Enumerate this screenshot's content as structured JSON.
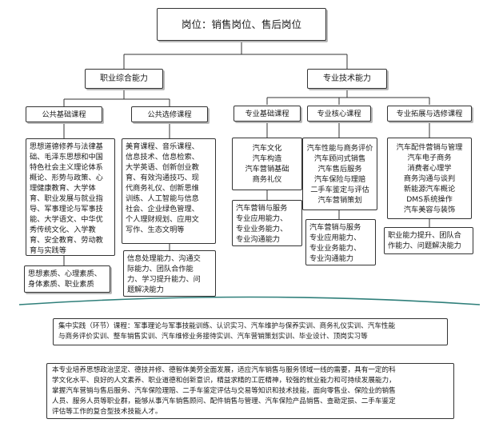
{
  "root": "岗位：销售岗位、售后岗位",
  "branches": {
    "general": "职业综合能力",
    "professional": "专业技术能力"
  },
  "categories": {
    "public_basic": "公共基础课程",
    "public_elective": "公共选修课程",
    "pro_basic": "专业基础课程",
    "pro_core": "专业核心课程",
    "pro_ext": "专业拓展与选修课程"
  },
  "courses": {
    "public_basic": [
      "思想道德修养与法律基",
      "础、毛泽东思想和中国",
      "特色社会主义理论体系",
      "概论、形势与政策、心",
      "理健康教育、大学体",
      "育、职业发展与就业指",
      "导、军事理论与军事技",
      "能、大学语文、中华优",
      "秀传统文化、入学教",
      "育、安全教育、劳动教",
      "育与实践等"
    ],
    "public_elective": [
      "美育课程、音乐课程、",
      "信息技术、信息检索、",
      "大学英语、创新创业教",
      "育、有效沟通技巧、现",
      "代商务礼仪、创新思维",
      "训练、人工智能与信息",
      "社会、企业绿色管理、",
      "个人理财规划、应用文",
      "写作、生态文明等"
    ],
    "pro_basic": [
      "汽车文化",
      "汽车构造",
      "汽车营销基础",
      "商务礼仪"
    ],
    "pro_core": [
      "汽车性能与商务评价",
      "汽车顾问式销售",
      "汽车售后服务",
      "汽车保险与理赔",
      "二手车鉴定与评估",
      "汽车营销策划"
    ],
    "pro_ext": [
      "汽车配件营销与管理",
      "汽车电子商务",
      "消费者心理学",
      "商务沟通与谈判",
      "新能源汽车概论",
      "DMS系统操作",
      "汽车美容与装饰"
    ]
  },
  "abilities": {
    "public_basic": [
      "思想素质、心理素质、",
      "身体素质、职业素质"
    ],
    "public_elective": [
      "信息处理能力、沟通交",
      "际能力、团队合作能",
      "力、学习提升能力、问",
      "题解决能力"
    ],
    "pro_basic": [
      "汽车营销与服务",
      "专业应用能力、",
      "专业业务能力、",
      "专业沟通能力"
    ],
    "pro_core": [
      "汽车营销与服务",
      "专业应用能力、",
      "专业业务能力、",
      "专业沟通能力"
    ],
    "pro_ext": [
      "职业能力提升、团队合",
      "作能力、问题解决能力"
    ]
  },
  "practice": [
    "集中实践（环节）课程：军事理论与军事技能训练、认识实习、汽车维护与保养实训、商务礼仪实训、汽车性能",
    "与商务评价实训、整车销售实训、汽车维修业务接待实训、汽车营销策划实训、毕业设计、顶岗实习等"
  ],
  "summary": [
    "本专业培养思想政治坚定、德技并修、德智体美劳全面发展，适应汽车销售与服务领域一线的需要，具有一定的科",
    "学文化水平、良好的人文素养、职业道德和创新意识，精益求精的工匠精神，较强的就业能力和可持续发展能力，",
    "掌握汽车营销与售后服务、汽车保险理赔、二手车鉴定评估与交易等知识和技术技能，面向零售业、保险业的销售",
    "人员、服务人员等职业群，能够从事汽车销售顾问、配件销售与管理、汽车保险产品销售、查勘定损、二手车鉴定",
    "评估等工作的复合型技术技能人才。"
  ]
}
